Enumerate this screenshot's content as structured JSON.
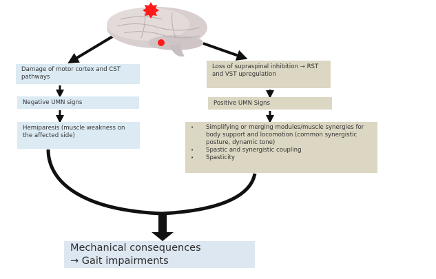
{
  "diagram": {
    "brain": {
      "icon": "brain-icon",
      "lesion_markers": [
        "cortex-lesion-star",
        "brainstem-lesion-dot"
      ],
      "lesion_color": "#ff1a1a"
    },
    "left_branch": {
      "cause": "Damage of motor cortex and CST pathways",
      "signs": "Negative UMN signs",
      "effect": "Hemiparesis (muscle weakness on the affected side)",
      "box_color": "#dbeaf3"
    },
    "right_branch": {
      "cause": "Loss of supraspinal inhibition → RST and VST upregulation",
      "signs": "Positive UMN Signs",
      "effects": [
        "Simplifying or merging modules/muscle synergies for body support and locomotion (common synergistic posture, dynamic tone)",
        "Spastic and synergistic coupling",
        "Spasticity"
      ],
      "box_color": "#dcd7c2"
    },
    "outcome": {
      "line1": "Mechanical consequences",
      "line2": "→ Gait impairments",
      "box_color": "#dde7f1"
    }
  }
}
